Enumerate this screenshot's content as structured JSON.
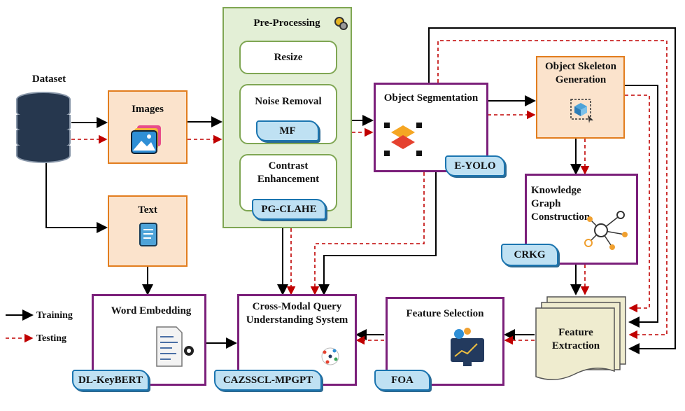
{
  "dataset": "Dataset",
  "images": "Images",
  "text": "Text",
  "preprocessing": {
    "title": "Pre-Processing",
    "resize": "Resize",
    "noise_removal": "Noise Removal",
    "noise_method": "MF",
    "contrast": "Contrast Enhancement",
    "contrast_method": "PG-CLAHE"
  },
  "object_segmentation": {
    "title": "Object Segmentation",
    "method": "E-YOLO"
  },
  "skeleton": "Object Skeleton Generation",
  "knowledge_graph": {
    "title": "Knowledge Graph Construction",
    "method": "CRKG"
  },
  "feature_extraction": "Feature Extraction",
  "feature_selection": {
    "title": "Feature Selection",
    "method": "FOA"
  },
  "cross_modal": {
    "title": "Cross-Modal Query Understanding System",
    "method": "CAZSSCL-MPGPT"
  },
  "word_embedding": {
    "title": "Word Embedding",
    "method": "DL-KeyBERT"
  },
  "legend": {
    "training": "Training",
    "testing": "Testing"
  },
  "colors": {
    "training": "#000000",
    "testing": "#c00000",
    "orange": "#e27d1e",
    "purple": "#7b1f7a",
    "green": "#7fa653",
    "blue": "#1b75b0"
  }
}
